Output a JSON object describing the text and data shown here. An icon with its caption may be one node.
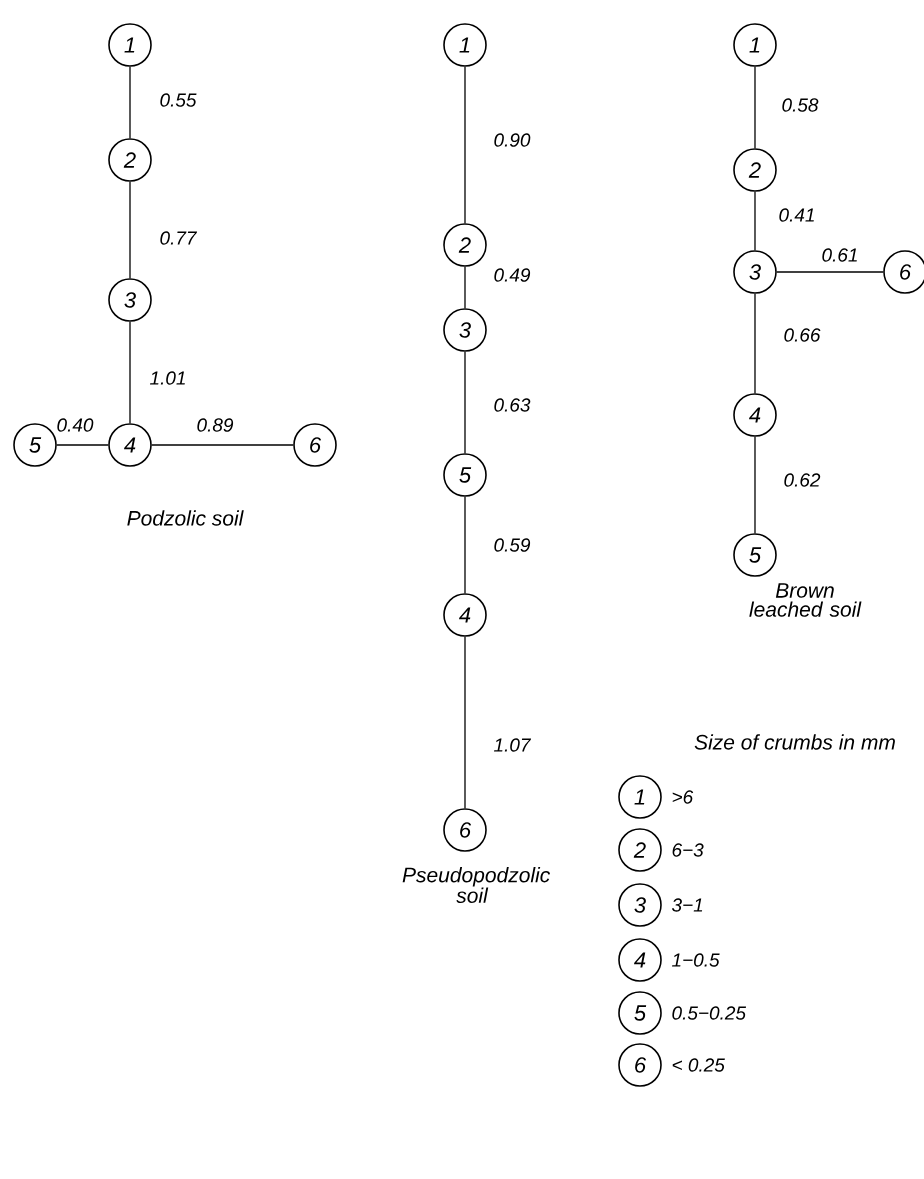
{
  "diagram": {
    "nodes": [
      {
        "text": [
          "1"
        ]
      },
      {
        "text": [
          "2"
        ]
      },
      {
        "text": [
          "3"
        ]
      },
      {
        "text": [
          "4"
        ]
      },
      {
        "text": [
          "5"
        ]
      },
      {
        "text": [
          "6"
        ]
      },
      {
        "text": [
          "1"
        ]
      },
      {
        "text": [
          "2"
        ]
      },
      {
        "text": [
          "3"
        ]
      },
      {
        "text": [
          "5"
        ]
      },
      {
        "text": [
          "4"
        ]
      },
      {
        "text": [
          "6"
        ]
      },
      {
        "text": [
          "1"
        ]
      },
      {
        "text": [
          "2"
        ]
      },
      {
        "text": [
          "3"
        ]
      },
      {
        "text": [
          "6"
        ]
      },
      {
        "text": [
          "4"
        ]
      },
      {
        "text": [
          "5"
        ]
      },
      {
        "text": [
          "1"
        ],
        "beside": [
          ">6"
        ]
      },
      {
        "text": [
          "2"
        ],
        "beside": [
          "6−3"
        ]
      },
      {
        "text": [
          "3"
        ],
        "beside": [
          "3−1"
        ]
      },
      {
        "text": [
          "4"
        ],
        "beside": [
          "1−0.5"
        ]
      },
      {
        "text": [
          "5"
        ],
        "beside": [
          "0.5−0.25"
        ]
      },
      {
        "text": [
          "6"
        ],
        "beside": [
          "< 0.25"
        ]
      }
    ],
    "edges": [
      {
        "from": 0,
        "to": 1,
        "arrow": "none",
        "label": "0.55"
      },
      {
        "from": 1,
        "to": 2,
        "arrow": "none",
        "label": "0.77"
      },
      {
        "from": 2,
        "to": 3,
        "arrow": "none",
        "label": "1.01"
      },
      {
        "from": 3,
        "to": 4,
        "arrow": "none",
        "label": "0.40"
      },
      {
        "from": 3,
        "to": 5,
        "arrow": "none",
        "label": "0.89"
      },
      {
        "from": 6,
        "to": 7,
        "arrow": "none",
        "label": "0.90"
      },
      {
        "from": 7,
        "to": 8,
        "arrow": "none",
        "label": "0.49"
      },
      {
        "from": 8,
        "to": 9,
        "arrow": "none",
        "label": "0.63"
      },
      {
        "from": 9,
        "to": 10,
        "arrow": "none",
        "label": "0.59"
      },
      {
        "from": 10,
        "to": 11,
        "arrow": "none",
        "label": "1.07"
      },
      {
        "from": 12,
        "to": 13,
        "arrow": "none",
        "label": "0.58"
      },
      {
        "from": 13,
        "to": 14,
        "arrow": "none",
        "label": "0.41"
      },
      {
        "from": 14,
        "to": 15,
        "arrow": "none",
        "label": "0.61"
      },
      {
        "from": 14,
        "to": 16,
        "arrow": "none",
        "label": "0.66"
      },
      {
        "from": 16,
        "to": 17,
        "arrow": "none",
        "label": "0.62"
      }
    ],
    "labels": [
      "Podzolic soil",
      "Brown leached soil",
      "Pseudopodzolic soil",
      "Size of crumbs in mm"
    ]
  }
}
